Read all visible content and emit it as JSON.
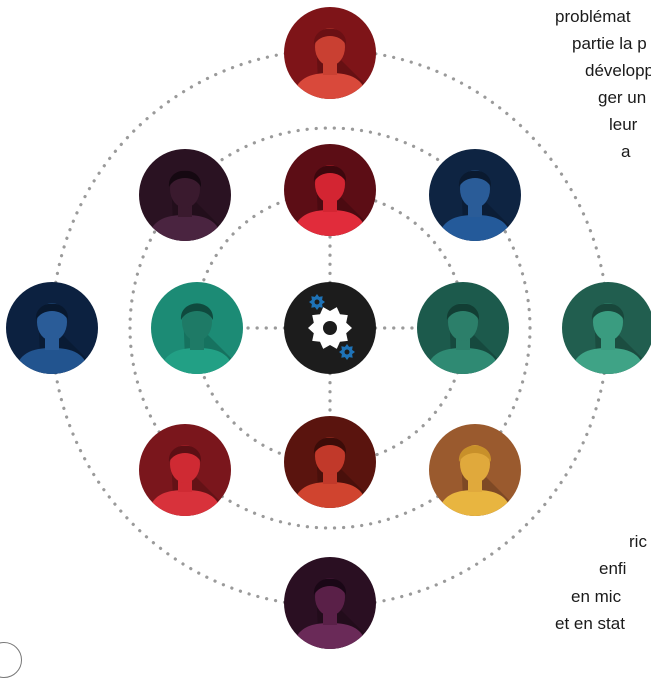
{
  "text_lines": [
    "problémat",
    "partie la p",
    "développ",
    "ger un",
    "leur",
    "a",
    "ric",
    "enfi",
    "en mic",
    "et en stat"
  ],
  "colors": {
    "dots": "#9a9a9a",
    "dark_red": "#8b1a1a",
    "burgundy": "#5a0d16",
    "red": "#c8202b",
    "navy": "#0f2a4a",
    "teal": "#1f6b5a",
    "plum": "#2e1424",
    "gold": "#a8693a",
    "gear": "#1c1c1c",
    "gear_accent": "#1e73b8"
  },
  "avatars": [
    {
      "name": "avatar-top",
      "bg": "#7e1418",
      "skin": "#c94032",
      "hair": "#6b1014",
      "shirt": "#d9493b"
    },
    {
      "name": "avatar-inner-top-left",
      "bg": "#2a1222",
      "skin": "#3a1a2e",
      "hair": "#150811",
      "shirt": "#4a2440"
    },
    {
      "name": "avatar-inner-top",
      "bg": "#5c0d15",
      "skin": "#d32532",
      "hair": "#3d070d",
      "shirt": "#e12c3b"
    },
    {
      "name": "avatar-top-right",
      "bg": "#0e2442",
      "skin": "#2a5c98",
      "hair": "#0a1a30",
      "shirt": "#245a9a"
    },
    {
      "name": "avatar-left",
      "bg": "#0c2140",
      "skin": "#2a5c98",
      "hair": "#08182e",
      "shirt": "#22548f"
    },
    {
      "name": "avatar-inner-left",
      "bg": "#1c8b75",
      "skin": "#1e7a66",
      "hair": "#0f4a3e",
      "shirt": "#22a085"
    },
    {
      "name": "gear-center",
      "bg": "#1c1c1c"
    },
    {
      "name": "avatar-inner-right",
      "bg": "#1c5a4c",
      "skin": "#2c7f6a",
      "hair": "#123e34",
      "shirt": "#2f8a73"
    },
    {
      "name": "avatar-right",
      "bg": "#215e4f",
      "skin": "#3a9c80",
      "hair": "#18473b",
      "shirt": "#3fa386"
    },
    {
      "name": "avatar-inner-bottom-left",
      "bg": "#7a161c",
      "skin": "#cf2a33",
      "hair": "#5c0f14",
      "shirt": "#d8323b"
    },
    {
      "name": "avatar-inner-bottom",
      "bg": "#5a140e",
      "skin": "#c1392a",
      "hair": "#3c0c08",
      "shirt": "#d0442f"
    },
    {
      "name": "avatar-bottom-right",
      "bg": "#9a5a2e",
      "skin": "#e0a93c",
      "hair": "#c8902a",
      "shirt": "#e8b540"
    },
    {
      "name": "avatar-bottom",
      "bg": "#2a0f22",
      "skin": "#5a2048",
      "hair": "#1a0716",
      "shirt": "#6a2a58"
    }
  ]
}
